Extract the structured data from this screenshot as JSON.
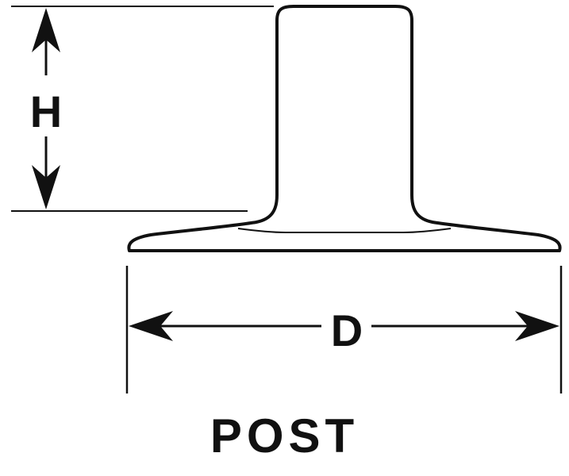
{
  "diagram": {
    "height_label": "H",
    "diameter_label": "D",
    "caption": "POST"
  },
  "colors": {
    "ink": "#111111",
    "background": "#ffffff"
  }
}
